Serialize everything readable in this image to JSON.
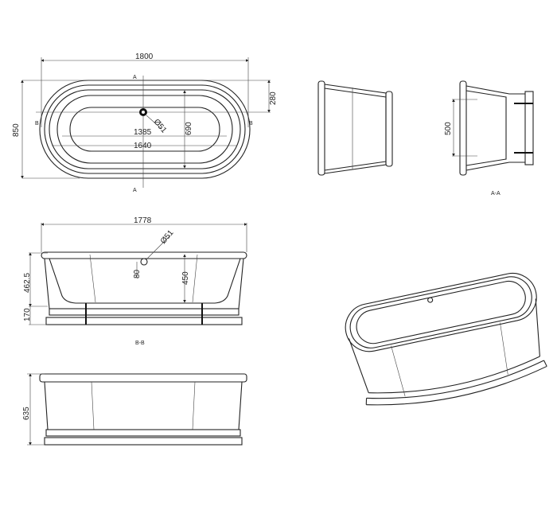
{
  "plan_view": {
    "overall_length": "1800",
    "overall_width": "850",
    "waste_offset": "280",
    "inner_width": "690",
    "inner_length_bottom": "1385",
    "inner_length_top": "1640",
    "waste_diameter": "Ø51",
    "section_a": "A",
    "section_b": "B"
  },
  "section_bb": {
    "title": "B-B",
    "length": "1778",
    "overflow_diameter": "Ø51",
    "overflow_height": "80",
    "depth": "450",
    "tub_height": "462.5",
    "base_height": "170"
  },
  "section_aa": {
    "title": "A-A",
    "height": "500"
  },
  "front_view": {
    "height": "635"
  }
}
